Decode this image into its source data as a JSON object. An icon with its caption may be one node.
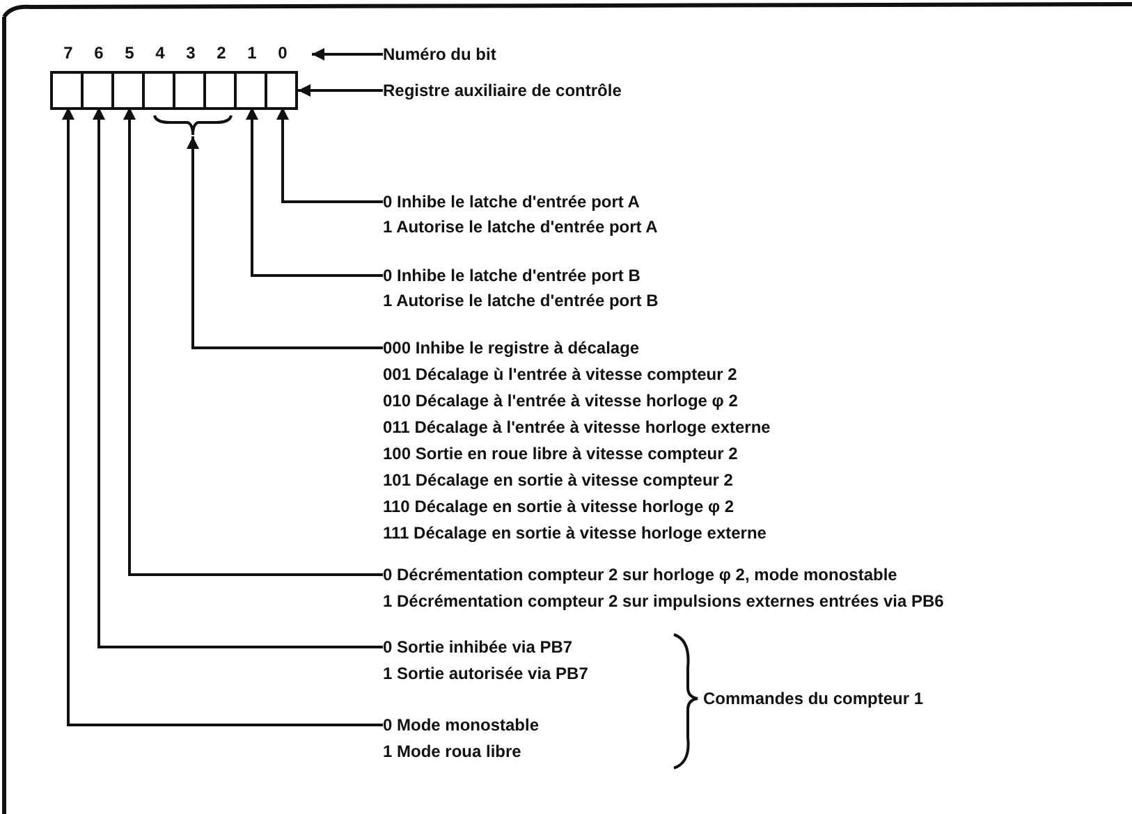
{
  "diagram": {
    "nodes": [
      {
        "text": [],
        "shape": "box"
      },
      {
        "text": [],
        "shape": "box",
        "in": 0,
        "beside": [
          "7"
        ]
      },
      {
        "text": [],
        "shape": "box",
        "in": 0,
        "beside": [
          "6"
        ]
      },
      {
        "text": [],
        "shape": "box",
        "in": 0,
        "beside": [
          "5"
        ]
      },
      {
        "text": [],
        "shape": "box",
        "in": 0,
        "beside": [
          "4"
        ]
      },
      {
        "text": [],
        "shape": "box",
        "in": 0,
        "beside": [
          "3"
        ]
      },
      {
        "text": [],
        "shape": "box",
        "in": 0,
        "beside": [
          "2"
        ]
      },
      {
        "text": [],
        "shape": "box",
        "in": 0,
        "beside": [
          "1"
        ]
      },
      {
        "text": [],
        "shape": "box",
        "in": 0,
        "beside": [
          "0"
        ]
      },
      {
        "text": [
          "Numéro du bit"
        ]
      },
      {
        "text": [
          "Registre auxiliaire de contrôle"
        ]
      },
      {
        "text": [],
        "shape": "brace"
      },
      {
        "text": [
          "0 Inhibe le latche d'entrée port A",
          "1 Autorise le latche d'entrée port A"
        ]
      },
      {
        "text": [
          "0 Inhibe le latche d'entrée port B",
          "1 Autorise le latche d'entrée port B"
        ]
      },
      {
        "text": [
          "000 Inhibe le registre à décalage",
          "001 Décalage ù l'entrée à vitesse compteur 2",
          "010 Décalage à l'entrée à vitesse horloge φ 2",
          "011 Décalage à l'entrée à vitesse horloge externe",
          "100 Sortie en roue libre à vitesse compteur 2",
          "101 Décalage en sortie à vitesse compteur 2",
          "110 Décalage en sortie à vitesse horloge φ 2",
          "111 Décalage en sortie à vitesse horloge externe"
        ]
      },
      {
        "text": [
          "0 Décrémentation compteur 2 sur horloge φ 2, mode monostable",
          "1 Décrémentation compteur 2 sur impulsions externes entrées via PB6"
        ]
      },
      {
        "text": [
          "0 Sortie inhibée via PB7",
          "1 Sortie autorisée via PB7"
        ]
      },
      {
        "text": [
          "0 Mode monostable",
          "1 Mode roua libre"
        ]
      }
    ],
    "edges": [
      {
        "from": 9,
        "to": 0,
        "arrow": "to"
      },
      {
        "from": 10,
        "to": 0,
        "arrow": "to"
      },
      {
        "from": 12,
        "to": 8,
        "arrow": "to"
      },
      {
        "from": 13,
        "to": 7,
        "arrow": "to"
      },
      {
        "from": 14,
        "to": 11,
        "arrow": "to"
      },
      {
        "from": 15,
        "to": 3,
        "arrow": "to"
      },
      {
        "from": 16,
        "to": 2,
        "arrow": "to"
      },
      {
        "from": 17,
        "to": 1,
        "arrow": "to"
      }
    ],
    "labels": [
      "Commandes du compteur 1"
    ]
  }
}
